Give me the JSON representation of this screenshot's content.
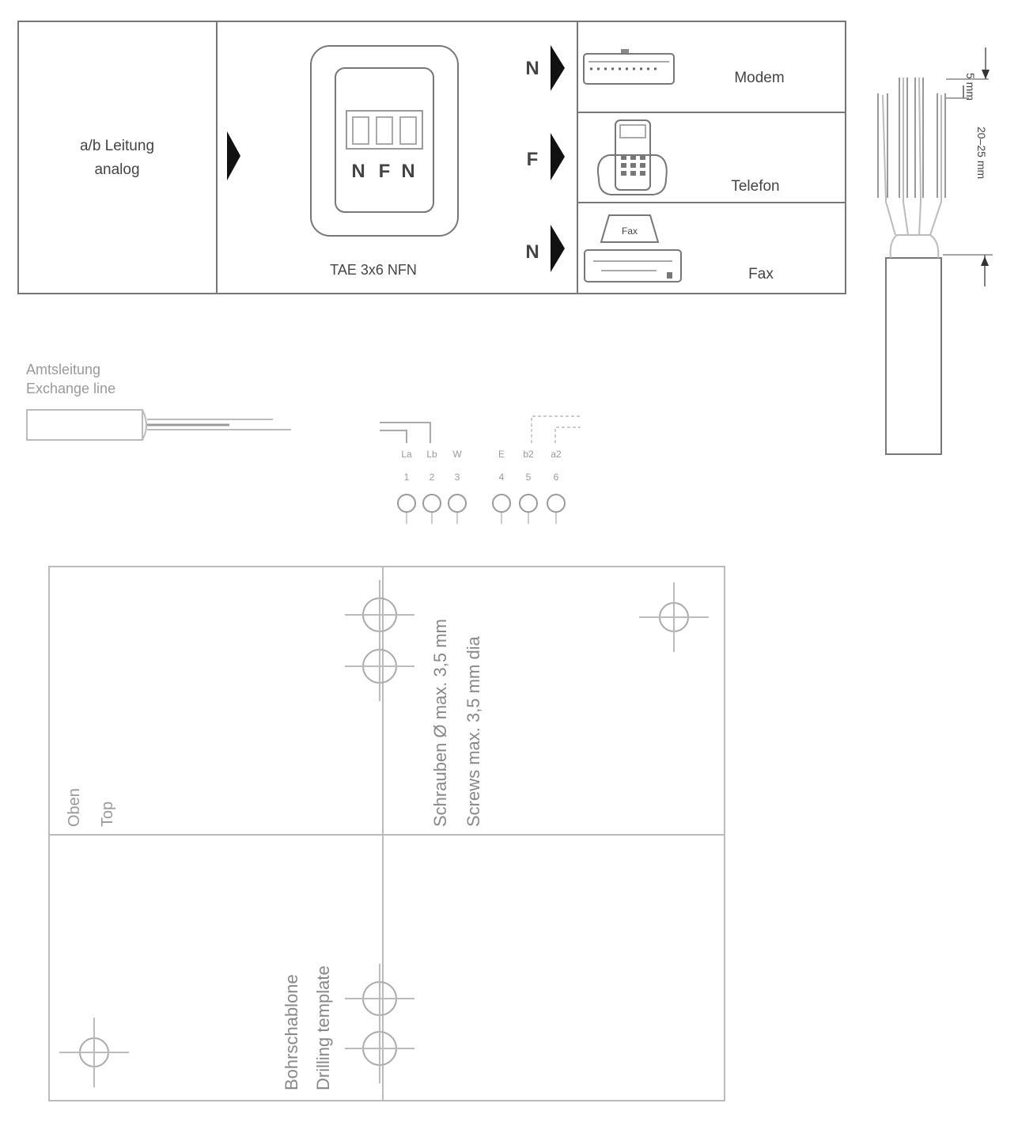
{
  "panel": {
    "line_label_1": "a/b Leitung",
    "line_label_2": "analog",
    "socket_letters": [
      "N",
      "F",
      "N"
    ],
    "socket_name": "TAE 3x6 NFN",
    "outputs": [
      {
        "code": "N",
        "device": "Modem"
      },
      {
        "code": "F",
        "device": "Telefon"
      },
      {
        "code": "N",
        "device": "Fax"
      }
    ],
    "fax_icon_label": "Fax"
  },
  "cable": {
    "dim_top": "5 mm",
    "dim_strip": "20–25 mm"
  },
  "exchange": {
    "label_de": "Amtsleitung",
    "label_en": "Exchange line"
  },
  "terminals": {
    "codes": [
      "La",
      "Lb",
      "W",
      "E",
      "b2",
      "a2"
    ],
    "numbers": [
      "1",
      "2",
      "3",
      "4",
      "5",
      "6"
    ]
  },
  "template": {
    "top_de": "Oben",
    "top_en": "Top",
    "screws_de": "Schrauben Ø max. 3,5 mm",
    "screws_en": "Screws max. 3,5 mm dia",
    "drill_de": "Bohrschablone",
    "drill_en": "Drilling template"
  }
}
